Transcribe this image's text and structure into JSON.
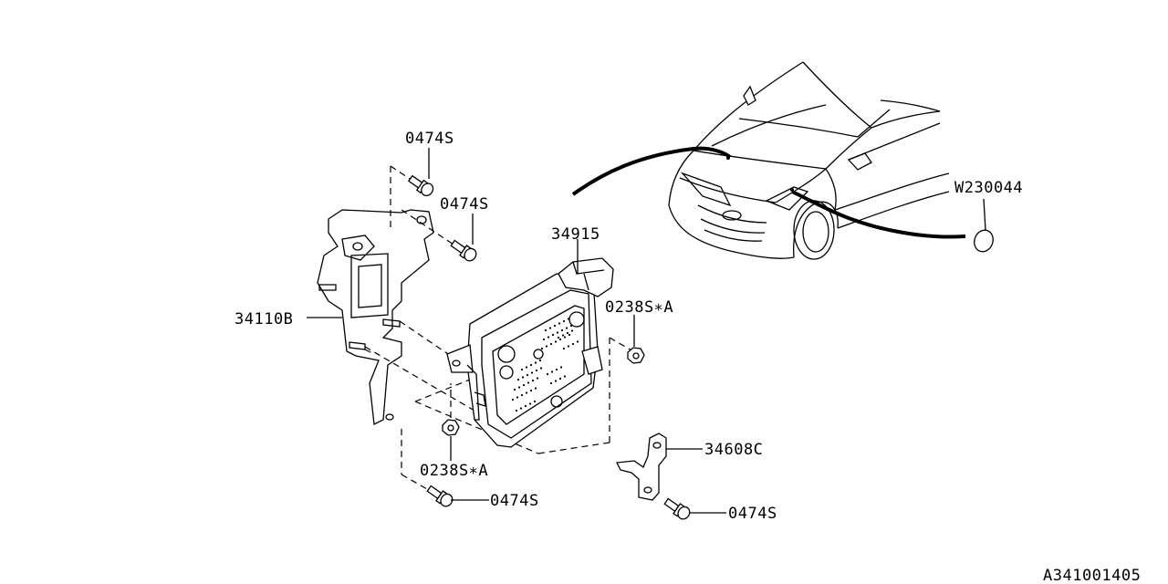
{
  "diagram": {
    "figure_code": "A341001405",
    "parts": [
      {
        "id": "bolt-top",
        "label": "0474S"
      },
      {
        "id": "bolt-upper",
        "label": "0474S"
      },
      {
        "id": "bracket",
        "label": "34110B"
      },
      {
        "id": "control-unit",
        "label": "34915"
      },
      {
        "id": "nut-right",
        "label": "0238S∗A"
      },
      {
        "id": "nut-lower",
        "label": "0238S∗A"
      },
      {
        "id": "small-bracket",
        "label": "34608C"
      },
      {
        "id": "bolt-lower",
        "label": "0474S"
      },
      {
        "id": "bolt-right-lower",
        "label": "0474S"
      },
      {
        "id": "seal",
        "label": "W230044"
      }
    ]
  }
}
